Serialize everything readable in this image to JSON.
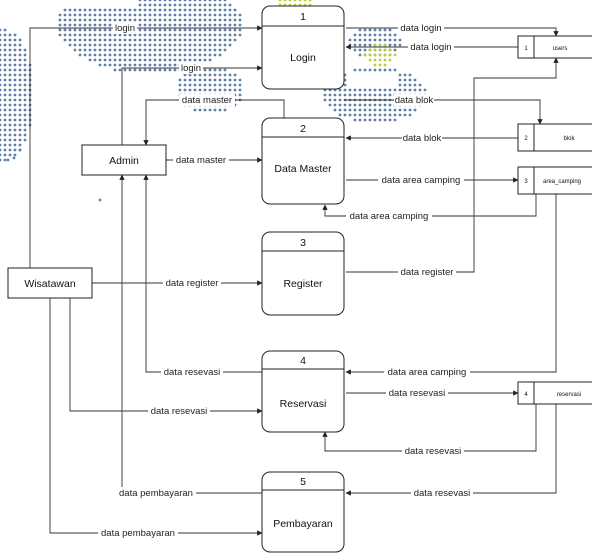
{
  "colors": {
    "dot_blue": "#5e7fa8",
    "dot_green": "#b9cf38",
    "line": "#333333",
    "box_border": "#222222"
  },
  "processes": [
    {
      "number": "1",
      "name": "Login"
    },
    {
      "number": "2",
      "name": "Data Master"
    },
    {
      "number": "3",
      "name": "Register"
    },
    {
      "number": "4",
      "name": "Reservasi"
    },
    {
      "number": "5",
      "name": "Pembayaran"
    }
  ],
  "entities": {
    "admin": "Admin",
    "wisatawan": "Wisatawan"
  },
  "stores": [
    {
      "id": "1",
      "name": "users"
    },
    {
      "id": "2",
      "name": "blok"
    },
    {
      "id": "3",
      "name": "area_camping"
    },
    {
      "id": "4",
      "name": "reservasi"
    }
  ],
  "flows": {
    "login_wisatawan": "login",
    "data_login_out": "data login",
    "data_login_in": "data login",
    "login_admin": "login",
    "data_master_back": "data master",
    "data_blok_out": "data blok",
    "data_blok_in": "data blok",
    "data_master_in": "data master",
    "data_area_camping_out": "data area camping",
    "data_area_camping_back": "data area camping",
    "data_register": "data register",
    "data_register_store": "data register",
    "data_resevasi_admin": "data resevasi",
    "data_area_camping_res": "data area camping",
    "data_resevasi_store": "data resevasi",
    "data_resevasi_wis": "data resevasi",
    "data_resevasi_back": "data resevasi",
    "data_pembayaran_admin": "data pembayaran",
    "data_resevasi_pay": "data resevasi",
    "data_pembayaran_wis": "data pembayaran"
  }
}
